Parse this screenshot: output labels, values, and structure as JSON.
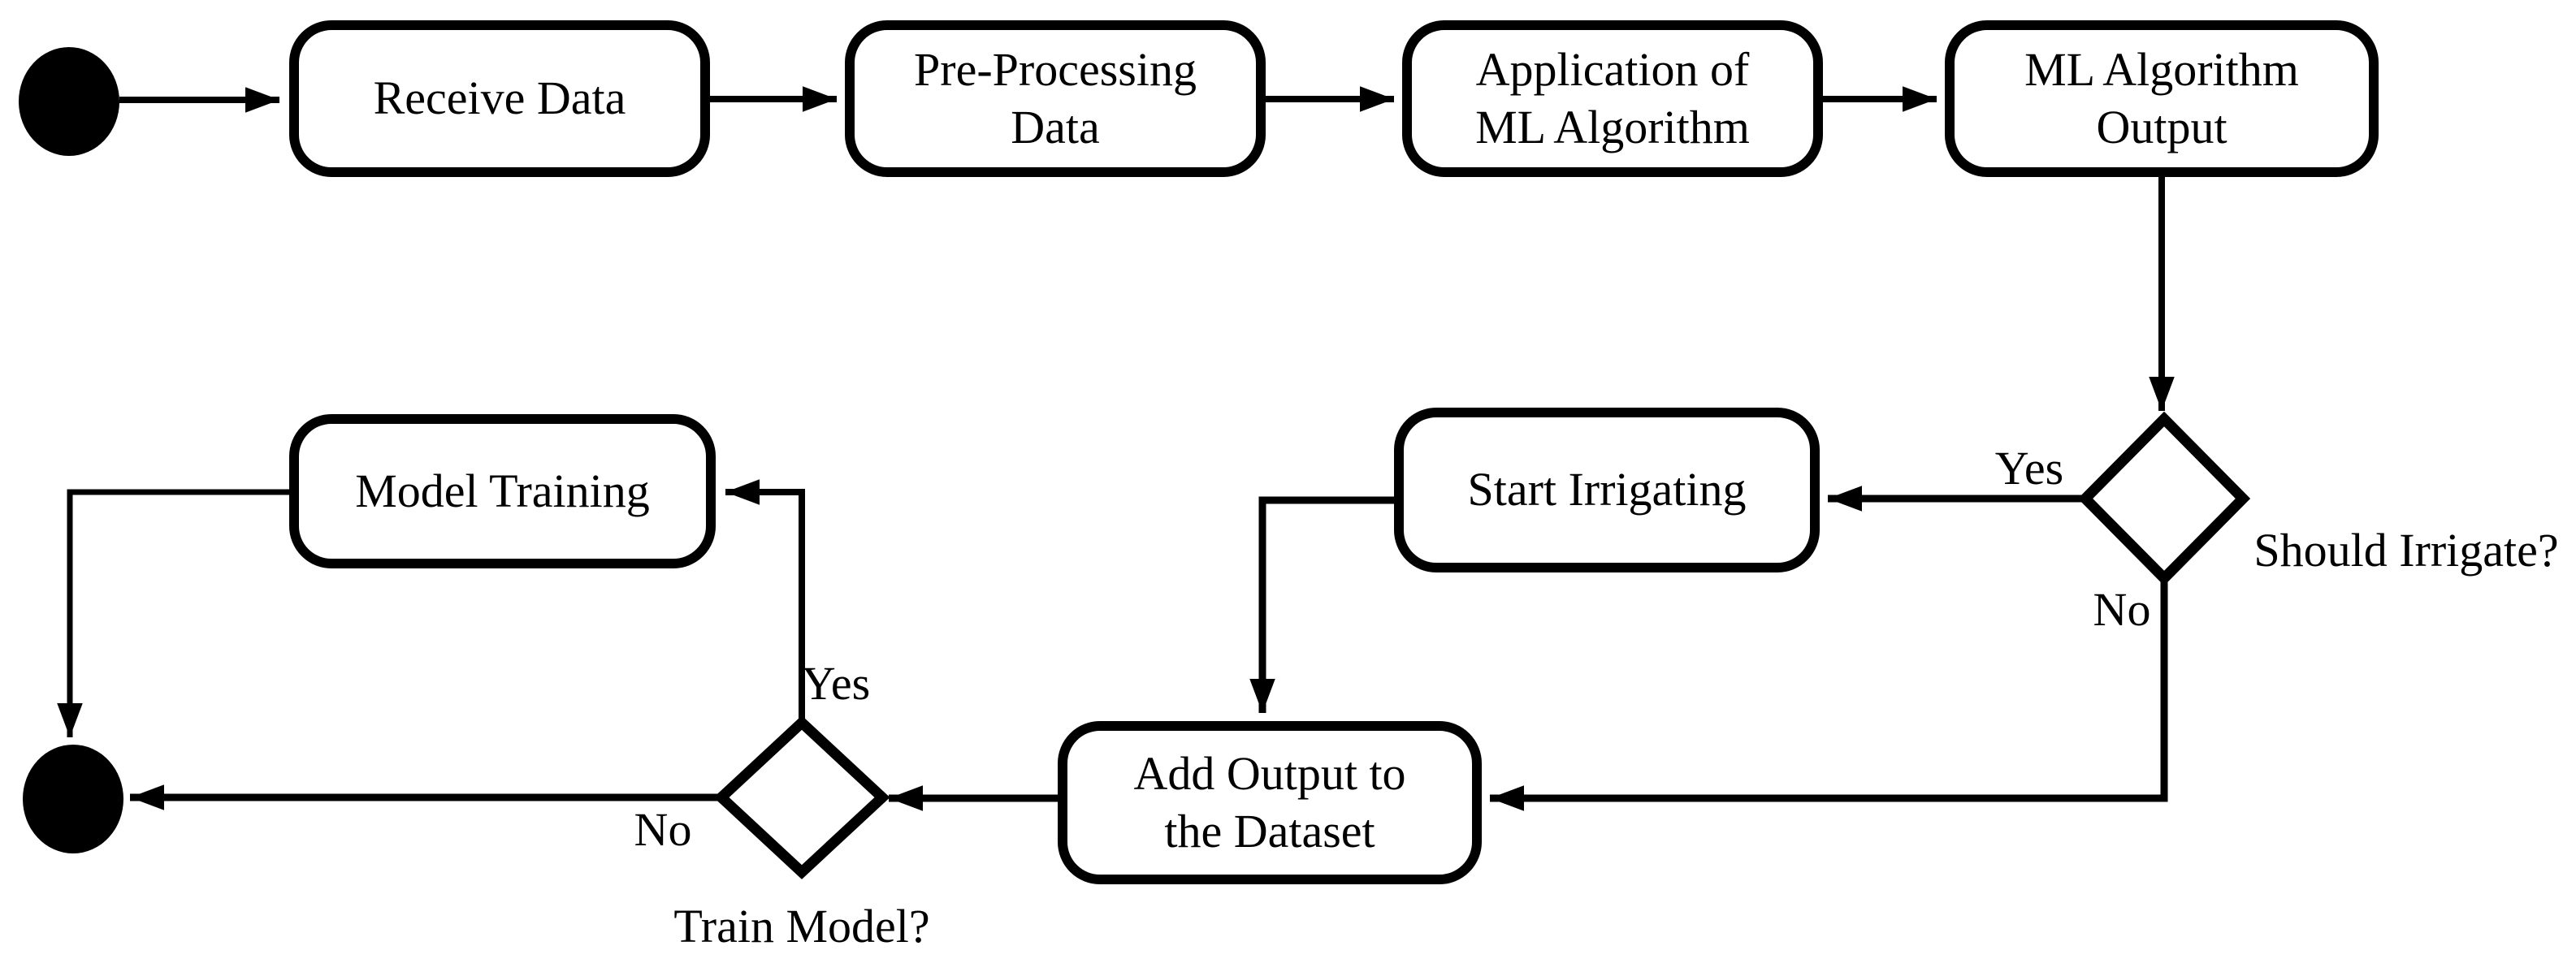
{
  "figure": {
    "type": "activity-flowchart",
    "background_color": "#ffffff",
    "line_color": "#000000",
    "text_color": "#000000"
  },
  "nodes": {
    "start": {
      "shape": "filled-circle",
      "role": "initial-state"
    },
    "end": {
      "shape": "filled-circle",
      "role": "final-state"
    },
    "receive_data": {
      "lines": [
        "Receive Data"
      ]
    },
    "pre_processing": {
      "lines": [
        "Pre-Processing",
        "Data"
      ]
    },
    "application_ml": {
      "lines": [
        "Application of",
        "ML Algorithm"
      ]
    },
    "ml_output": {
      "lines": [
        "ML Algorithm",
        "Output"
      ]
    },
    "model_training": {
      "lines": [
        "Model Training"
      ]
    },
    "start_irrigating": {
      "lines": [
        "Start Irrigating"
      ]
    },
    "add_output": {
      "lines": [
        "Add Output to",
        "the Dataset"
      ]
    }
  },
  "decisions": {
    "should_irrigate": {
      "label": "Should Irrigate?",
      "yes_label": "Yes",
      "no_label": "No"
    },
    "train_model": {
      "label": "Train Model?",
      "yes_label": "Yes",
      "no_label": "No"
    }
  },
  "edges": [
    {
      "from": "start",
      "to": "receive_data",
      "label": ""
    },
    {
      "from": "receive_data",
      "to": "pre_processing",
      "label": ""
    },
    {
      "from": "pre_processing",
      "to": "application_ml",
      "label": ""
    },
    {
      "from": "application_ml",
      "to": "ml_output",
      "label": ""
    },
    {
      "from": "ml_output",
      "to": "should_irrigate",
      "label": ""
    },
    {
      "from": "should_irrigate",
      "to": "start_irrigating",
      "label": "Yes"
    },
    {
      "from": "should_irrigate",
      "to": "add_output",
      "label": "No"
    },
    {
      "from": "start_irrigating",
      "to": "add_output",
      "label": ""
    },
    {
      "from": "add_output",
      "to": "train_model",
      "label": ""
    },
    {
      "from": "train_model",
      "to": "model_training",
      "label": "Yes"
    },
    {
      "from": "train_model",
      "to": "end",
      "label": "No"
    },
    {
      "from": "model_training",
      "to": "end",
      "label": ""
    }
  ]
}
